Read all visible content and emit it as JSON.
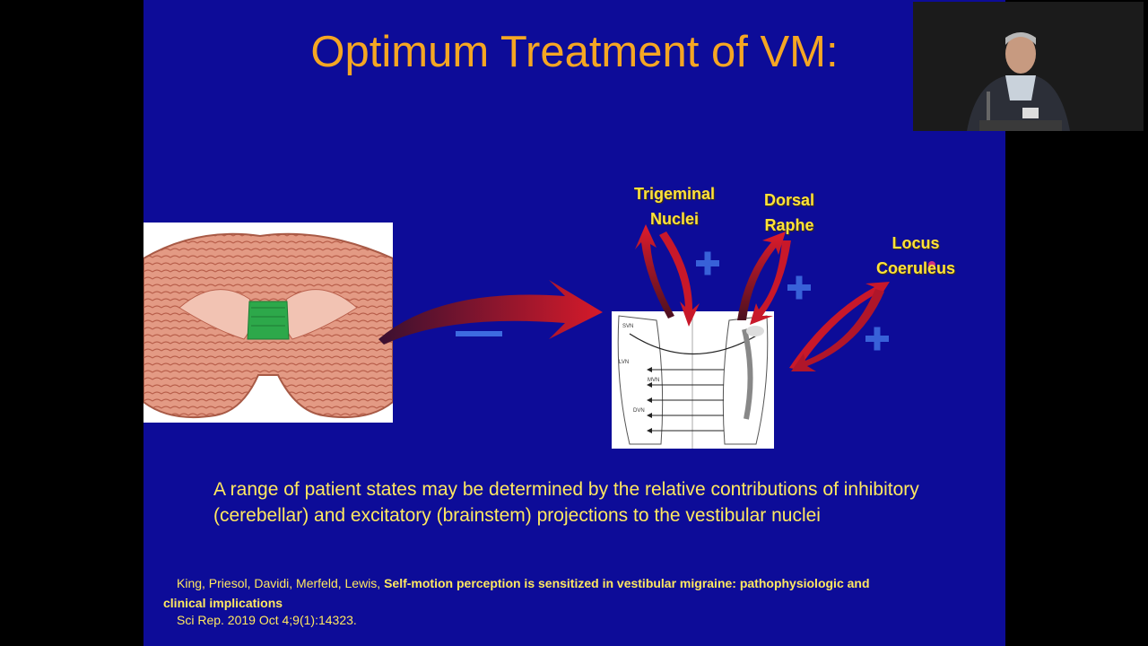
{
  "slide": {
    "title": "Optimum Treatment of VM:",
    "labels": {
      "trigeminal": "Trigeminal\nNuclei",
      "dorsal": "Dorsal\nRaphe",
      "locus": "Locus\nCoeruleus"
    },
    "nuclei_labels": [
      "SVN",
      "LVN",
      "MVN",
      "DVN"
    ],
    "signs": {
      "minus": "—",
      "plus": "+"
    },
    "caption": "A range of patient states may be determined by the relative contributions of inhibitory (cerebellar) and excitatory (brainstem) projections to the vestibular nuclei",
    "citation": {
      "authors": "King, Priesol, Davidi, Merfeld, Lewis,",
      "title_line1": "Self-motion perception is sensitized in vestibular migraine: pathophysiologic and",
      "title_line2": "clinical implications",
      "journal": "Sci Rep. 2019 Oct 4;9(1):14323."
    }
  },
  "colors": {
    "background": "#0d0c98",
    "title": "#f5a623",
    "label": "#ffe23a",
    "arrow": "#d61a2a",
    "sign": "#3d6be0",
    "cerebellum": "#e0907a",
    "vermis": "#2da84a"
  },
  "webcam": {
    "description_icon": "presenter-video-icon"
  }
}
